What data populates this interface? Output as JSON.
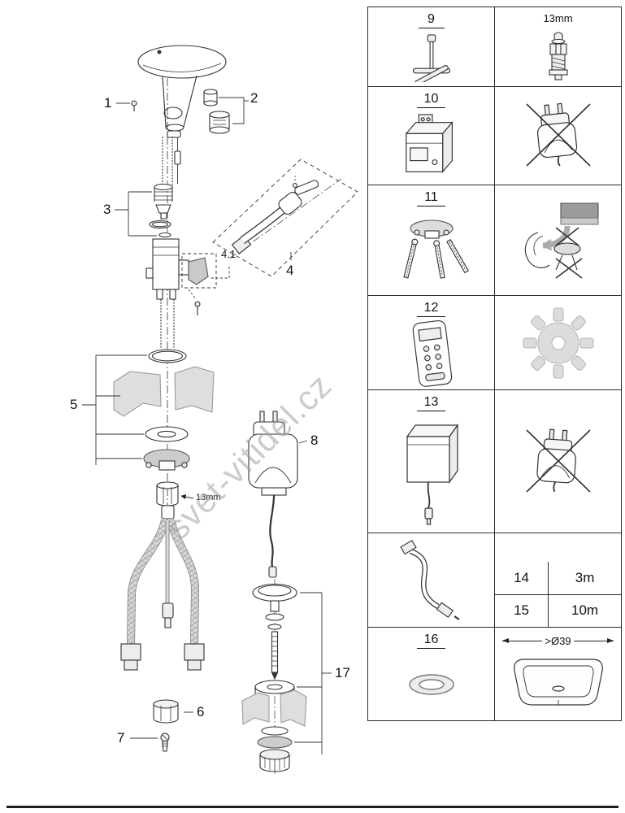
{
  "watermark": "svet-vitidel.cz",
  "callouts": {
    "n1": "1",
    "n2": "2",
    "n3": "3",
    "n4": "4",
    "n4_1": "4.1",
    "n5": "5",
    "n6": "6",
    "n7": "7",
    "n8": "8",
    "n13mm": "13mm",
    "n17": "17"
  },
  "parts_table": {
    "r1": {
      "left_num": "9",
      "right_size": "13mm"
    },
    "r2": {
      "left_num": "10"
    },
    "r3": {
      "left_num": "11"
    },
    "r4": {
      "left_num": "12"
    },
    "r5": {
      "left_num": "13"
    },
    "r6": {
      "n14": "14",
      "v14": "3m",
      "n15": "15",
      "v15": "10m"
    },
    "r7": {
      "left_num": "16",
      "right_dim": ">Ø39"
    }
  }
}
